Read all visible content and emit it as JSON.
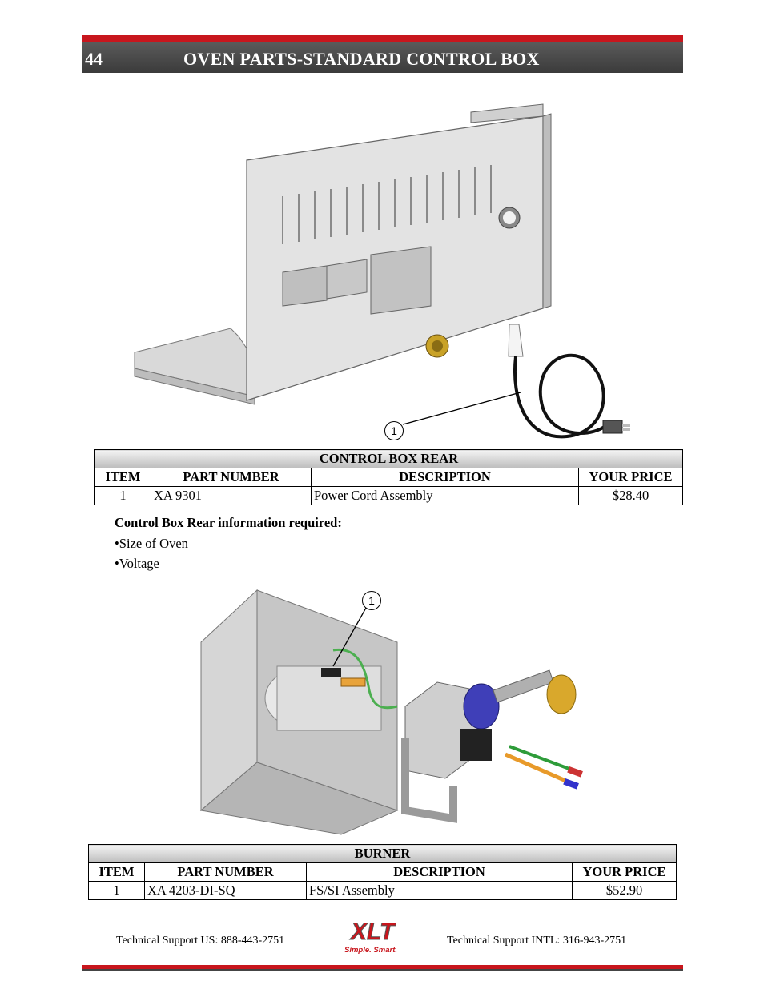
{
  "header": {
    "page_number": "44",
    "title": "OVEN PARTS-STANDARD CONTROL BOX"
  },
  "figure1": {
    "callout": "1"
  },
  "table1": {
    "caption": "CONTROL BOX REAR",
    "columns": [
      "ITEM",
      "PART NUMBER",
      "DESCRIPTION",
      "YOUR PRICE"
    ],
    "rows": [
      {
        "item": "1",
        "part": "XA 9301",
        "desc": "Power Cord Assembly",
        "price": "$28.40"
      }
    ]
  },
  "info": {
    "heading": "Control Box Rear information required:",
    "bullets": [
      "•Size of Oven",
      "•Voltage"
    ]
  },
  "figure2": {
    "callout": "1"
  },
  "table2": {
    "caption": "BURNER",
    "columns": [
      "ITEM",
      "PART NUMBER",
      "DESCRIPTION",
      "YOUR PRICE"
    ],
    "rows": [
      {
        "item": "1",
        "part": "XA 4203-DI-SQ",
        "desc": "FS/SI Assembly",
        "price": "$52.90"
      }
    ]
  },
  "footer": {
    "support_us": "Technical Support  US:  888-443-2751",
    "support_intl": "Technical Support  INTL:  316-943-2751",
    "logo_text": "XLT",
    "logo_tagline": "Simple. Smart."
  },
  "colors": {
    "accent_red": "#c8161d",
    "header_gray": "#464646"
  }
}
